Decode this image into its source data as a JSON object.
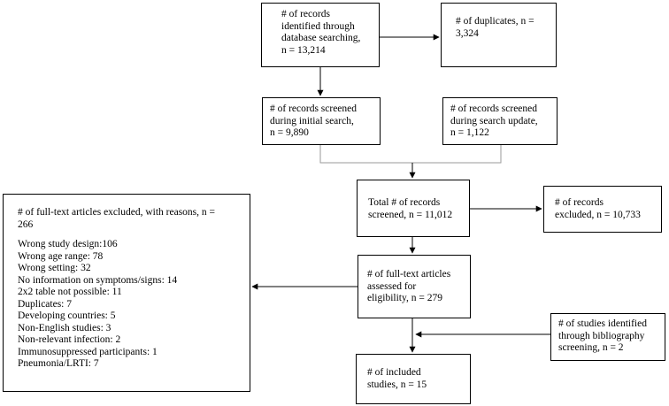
{
  "boxes": {
    "identified": {
      "lines": [
        "# of records",
        "identified through",
        "database searching,",
        "n = 13,214"
      ]
    },
    "duplicates": {
      "lines": [
        "# of duplicates, n =",
        "3,324"
      ]
    },
    "screened_initial": {
      "lines": [
        "# of records screened",
        "during initial search,",
        "n = 9,890"
      ]
    },
    "screened_update": {
      "lines": [
        "# of records screened",
        "during search update,",
        "n = 1,122"
      ]
    },
    "total_screened": {
      "lines": [
        "Total # of records",
        "screened, n = 11,012"
      ]
    },
    "records_excluded": {
      "lines": [
        "# of records",
        "excluded, n = 10,733"
      ]
    },
    "fulltext_assessed": {
      "lines": [
        "# of full-text articles",
        "assessed for",
        "eligibility, n = 279"
      ]
    },
    "bibliography": {
      "lines": [
        "# of studies identified",
        "through bibliography",
        "screening, n = 2"
      ]
    },
    "included": {
      "lines": [
        "# of included",
        "studies, n = 15"
      ]
    },
    "fulltext_excluded": {
      "header": [
        "# of full-text articles excluded, with reasons, n =",
        "266"
      ],
      "reasons": [
        "Wrong study design:106",
        "Wrong age range: 78",
        "Wrong setting: 32",
        "No information on symptoms/signs: 14",
        "2x2 table not possible: 11",
        "Duplicates: 7",
        "Developing countries: 5",
        "Non-English studies: 3",
        "Non-relevant infection: 2",
        "Immunosuppressed participants: 1",
        "Pneumonia/LRTI: 7"
      ]
    }
  },
  "colors": {
    "line": "#000000",
    "merge_line": "#9a9a9a",
    "box_border": "#000000"
  }
}
